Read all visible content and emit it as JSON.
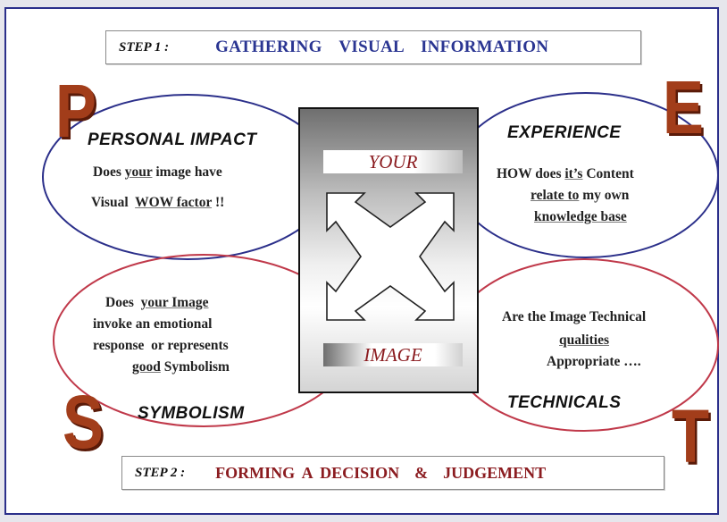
{
  "step1": {
    "label": "STEP 1 :",
    "title": "GATHERING VISUAL INFORMATION"
  },
  "step2": {
    "label": "STEP 2 :",
    "title": "FORMING A DECISION  &  JUDGEMENT"
  },
  "center": {
    "top_label": "YOUR",
    "bottom_label": "IMAGE",
    "icon": "expand-arrows-icon"
  },
  "quadrants": {
    "personal_impact": {
      "letter": "P",
      "heading": "PERSONAL IMPACT",
      "line1a": "Does ",
      "line1b": "your",
      "line1c": " image have",
      "line2a": "Visual  ",
      "line2b": "WOW factor",
      "line2c": " !!"
    },
    "experience": {
      "letter": "E",
      "heading": "EXPERIENCE",
      "line1a": "HOW does ",
      "line1b": "it’s",
      "line1c": " Content",
      "line2a": "relate to",
      "line2b": " my own",
      "line3": "knowledge base"
    },
    "symbolism": {
      "letter": "S",
      "heading": "SYMBOLISM",
      "line1a": "Does  ",
      "line1b": "your Image",
      "line2": "invoke an emotional",
      "line3": "response  or represents",
      "line4a": "good",
      "line4b": " Symbolism"
    },
    "technicals": {
      "letter": "T",
      "heading": "TECHNICALS",
      "line1": "Are the Image Technical",
      "line2": "qualities",
      "line3": "Appropriate …."
    }
  },
  "colors": {
    "blue": "#2a3592",
    "red": "#8b1c20",
    "letter": "#a23d1a",
    "ellipse_blue": "#2b2f8a",
    "ellipse_red": "#c0394a"
  }
}
